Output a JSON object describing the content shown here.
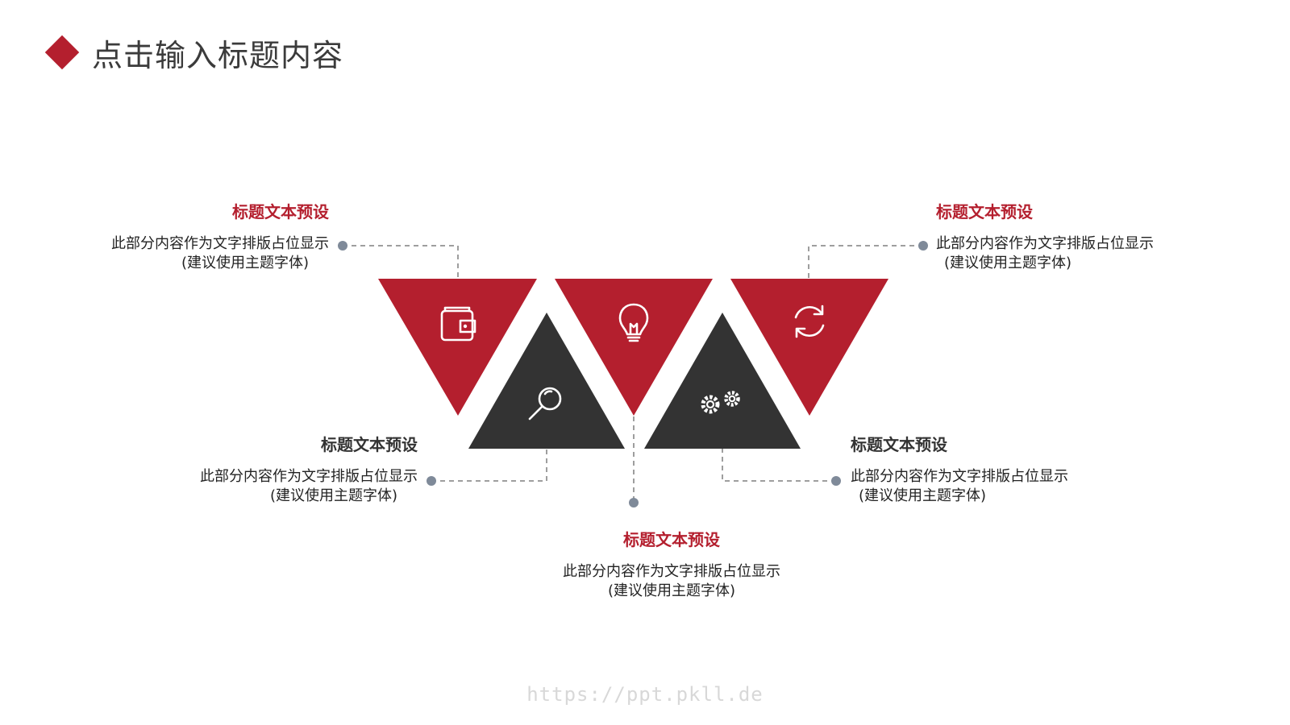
{
  "page": {
    "title": "点击输入标题内容",
    "accent_color": "#b41f2e",
    "dark_color": "#333333"
  },
  "items": [
    {
      "id": "top-left",
      "heading": "标题文本预设",
      "body_line1": "此部分内容作为文字排版占位显示",
      "body_line2": "(建议使用主题字体)",
      "icon": "wallet-icon",
      "color": "#b41f2e"
    },
    {
      "id": "bottom-left",
      "heading": "标题文本预设",
      "body_line1": "此部分内容作为文字排版占位显示",
      "body_line2": "(建议使用主题字体)",
      "icon": "search-icon",
      "color": "#333333"
    },
    {
      "id": "bottom-center",
      "heading": "标题文本预设",
      "body_line1": "此部分内容作为文字排版占位显示",
      "body_line2": "(建议使用主题字体)",
      "icon": "lightbulb-icon",
      "color": "#b41f2e"
    },
    {
      "id": "bottom-right",
      "heading": "标题文本预设",
      "body_line1": "此部分内容作为文字排版占位显示",
      "body_line2": "(建议使用主题字体)",
      "icon": "gears-icon",
      "color": "#333333"
    },
    {
      "id": "top-right",
      "heading": "标题文本预设",
      "body_line1": "此部分内容作为文字排版占位显示",
      "body_line2": "(建议使用主题字体)",
      "icon": "refresh-icon",
      "color": "#b41f2e"
    }
  ],
  "watermark": "https://ppt.pkll.de"
}
